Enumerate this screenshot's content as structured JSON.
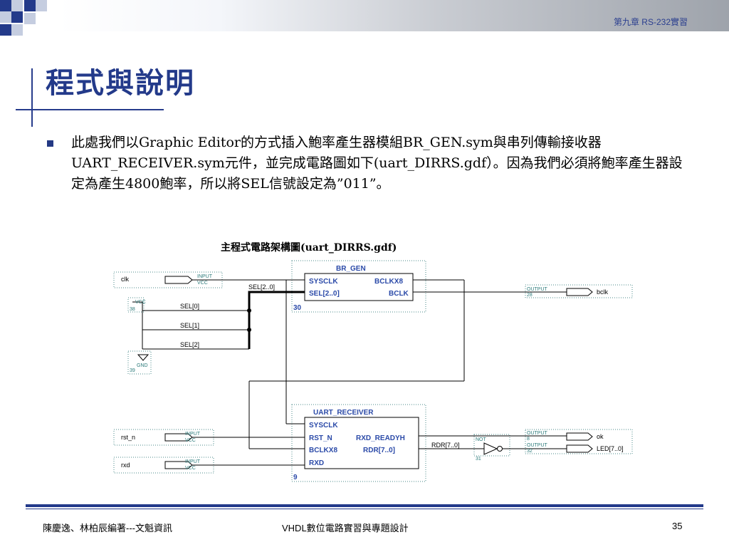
{
  "header": {
    "chapter": "第九章  RS-232實習",
    "accent_color": "#233a8a"
  },
  "slide": {
    "title": "程式與說明",
    "bullet": "此處我們以Graphic Editor的方式插入鮑率產生器模組BR_GEN.sym與串列傳輸接收器UART_RECEIVER.sym元件，並完成電路圖如下(uart_DIRRS.gdf）。因為我們必須將鮑率產生器設定為產生4800鮑率，所以將SEL信號設定為”011”。",
    "caption": "主程式電路架構圖(uart_DIRRS.gdf)"
  },
  "schematic": {
    "br_gen": {
      "name": "BR_GEN",
      "ports_left": [
        "SYSCLK",
        "SEL[2..0]"
      ],
      "ports_right": [
        "BCLKX8",
        "BCLK"
      ],
      "id": "30"
    },
    "uart_receiver": {
      "name": "UART_RECEIVER",
      "ports_left": [
        "SYSCLK",
        "RST_N",
        "BCLKX8",
        "RXD"
      ],
      "ports_right": [
        "RXD_READYH",
        "RDR[7..0]"
      ],
      "id": "9"
    },
    "inputs": [
      {
        "name": "clk",
        "tag": "INPUT",
        "sub": "VCC"
      },
      {
        "name": "rst_n",
        "tag": "INPUT",
        "sub": "VCC"
      },
      {
        "name": "rxd",
        "tag": "INPUT",
        "sub": "VCC"
      }
    ],
    "outputs": [
      {
        "name": "bclk",
        "tag": "OUTPUT",
        "id": "28"
      },
      {
        "name": "ok",
        "tag": "OUTPUT",
        "id": "8"
      },
      {
        "name": "LED[7..0]",
        "tag": "OUTPUT",
        "id": "32"
      }
    ],
    "vcc": {
      "label": "VCC",
      "id": "38"
    },
    "gnd": {
      "label": "GND",
      "id": "39"
    },
    "not_gate": {
      "label": "NOT",
      "id": "31"
    },
    "nets": {
      "sel_bus": "SEL[2..0]",
      "sel0": "SEL[0]",
      "sel1": "SEL[1]",
      "sel2": "SEL[2]",
      "rdr": "RDR[7..0]"
    }
  },
  "footer": {
    "left": "陳慶逸、林柏辰編著---文魁資訊",
    "center": "VHDL數位電路實習與專題設計",
    "page": "35"
  }
}
